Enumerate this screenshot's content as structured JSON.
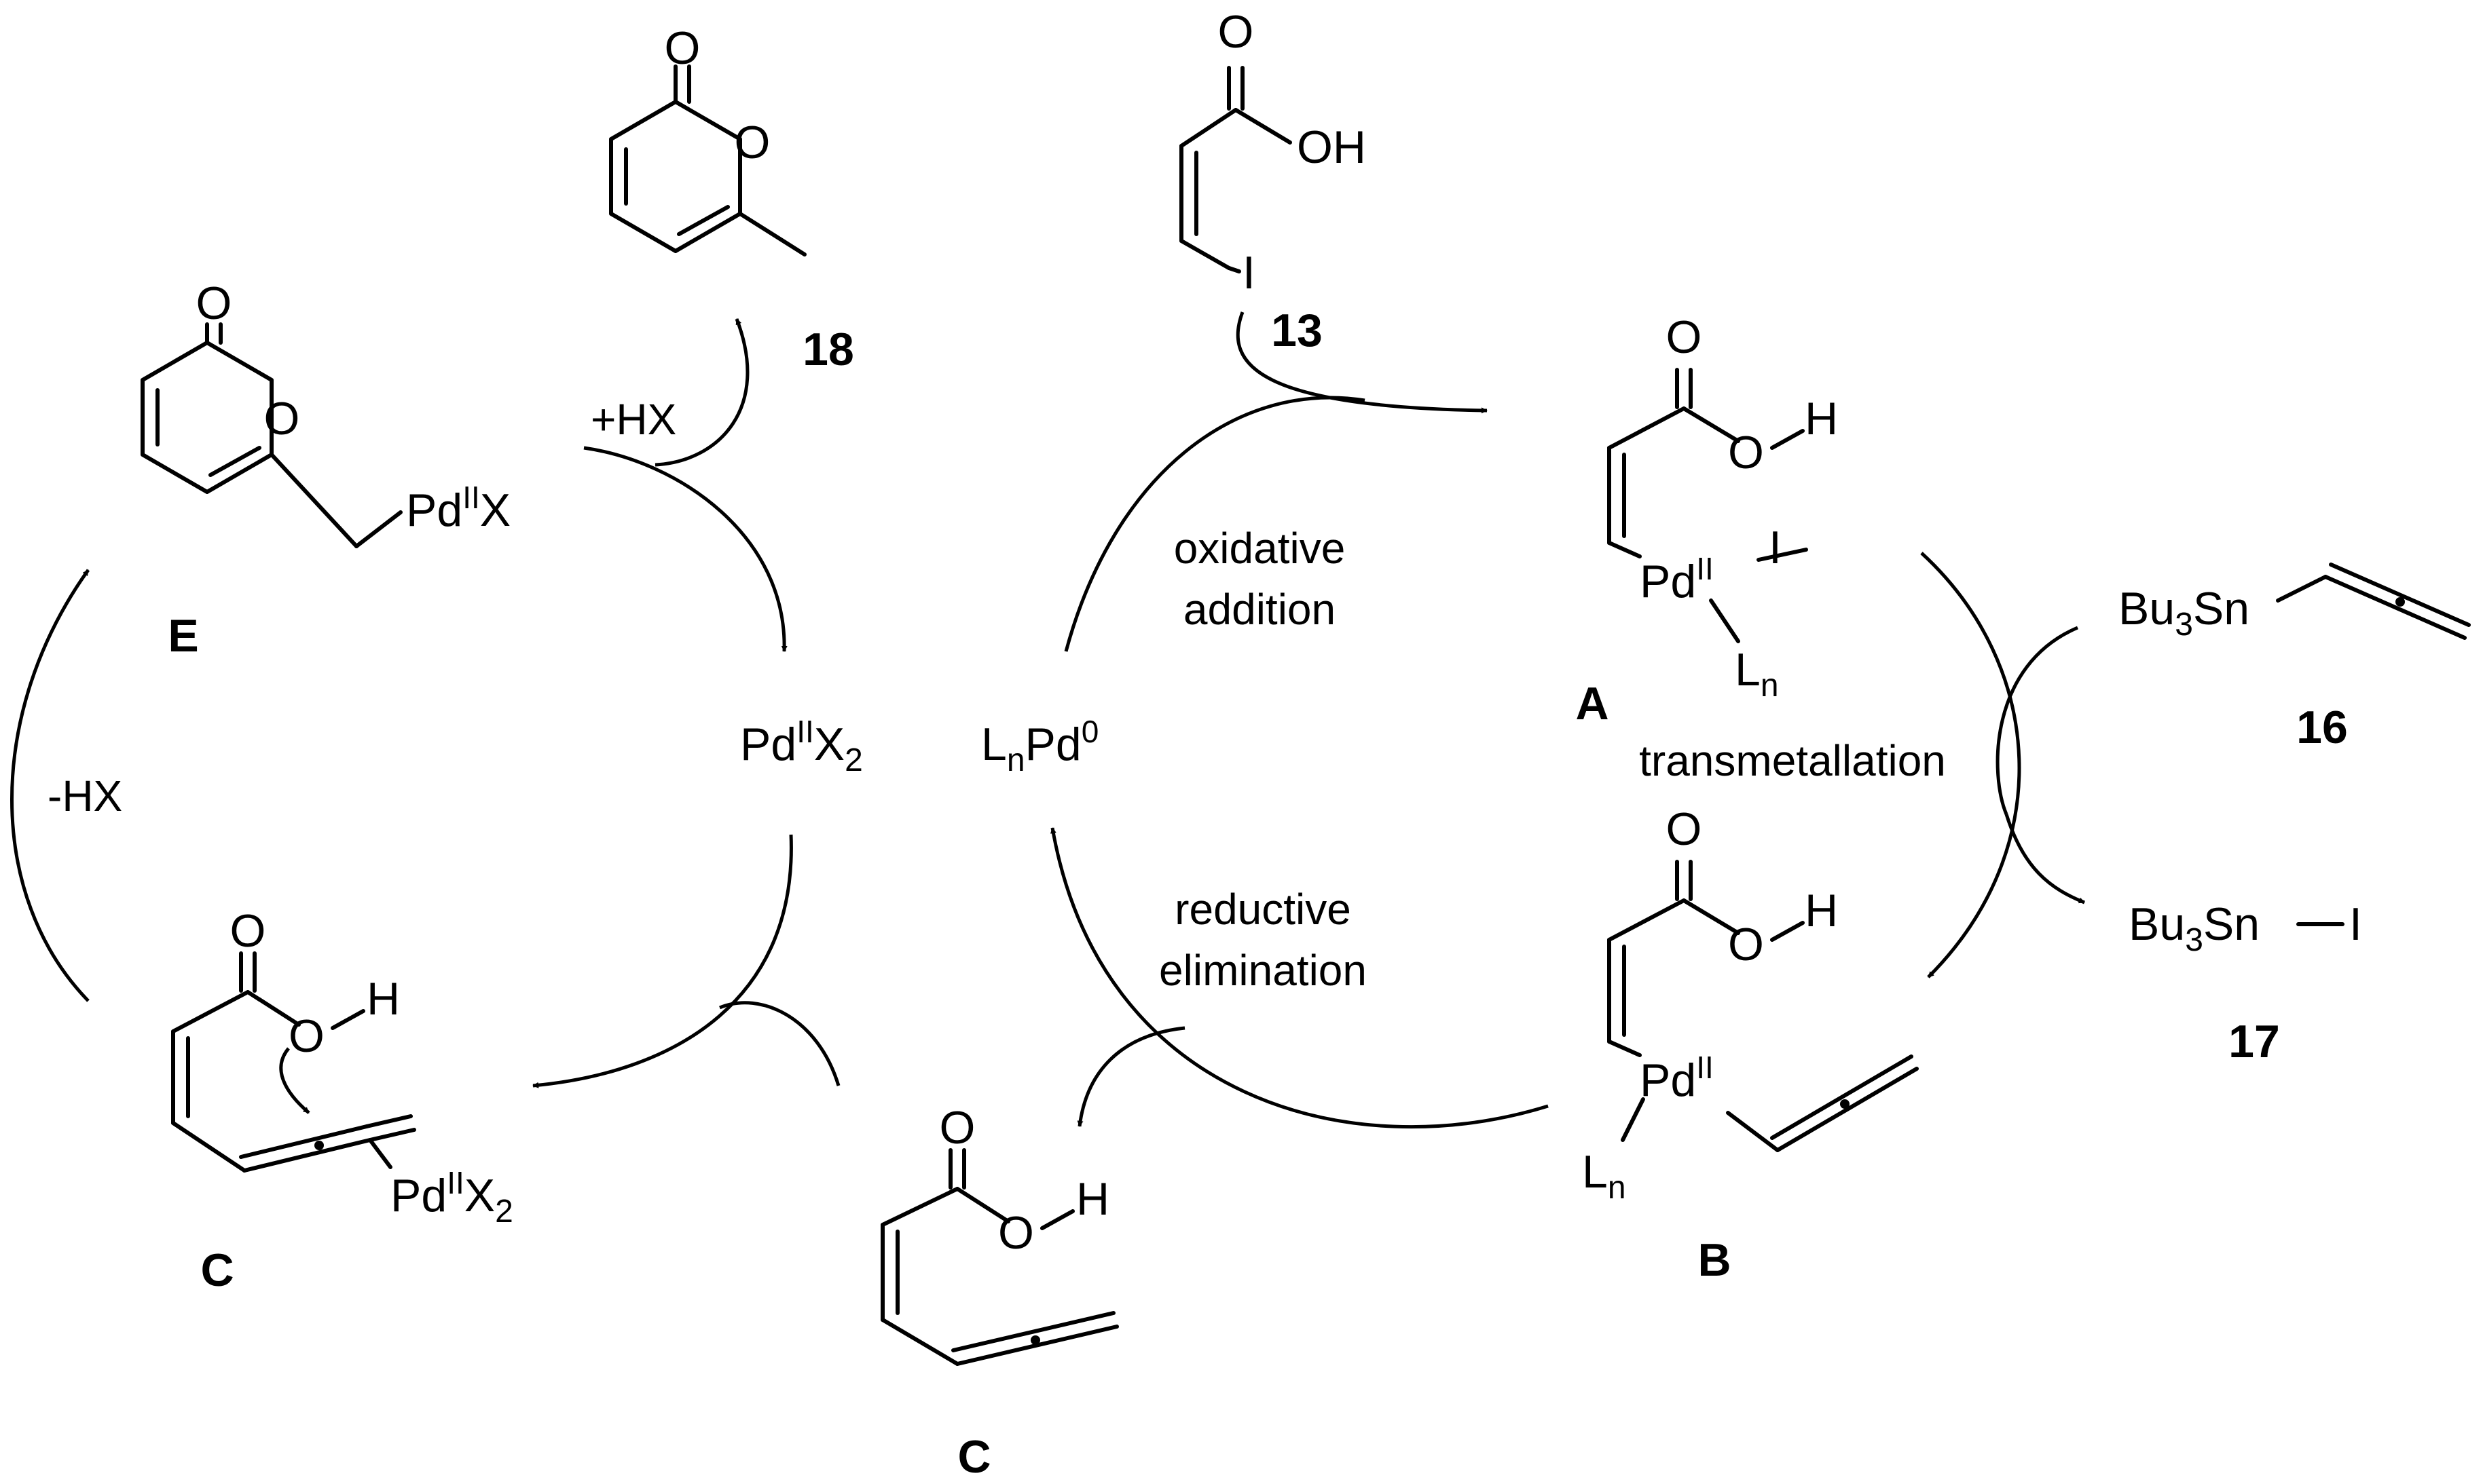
{
  "labels": {
    "pd_x2": {
      "base": "Pd",
      "sup": "II",
      "rest": "X",
      "sub": "2"
    },
    "ln_pd0": {
      "pre": "L",
      "pre_sub": "n",
      "base": "Pd",
      "sup": "0"
    },
    "compound_E_metal": {
      "base": "Pd",
      "sup": "II",
      "rest": "X"
    },
    "compound_C1_metal": {
      "base": "Pd",
      "sup": "II",
      "rest": "X",
      "sub": "2"
    },
    "compound_A_metal": {
      "base": "Pd",
      "sup": "II",
      "ligand": "I",
      "ln": "L",
      "ln_sub": "n"
    },
    "compound_B_metal": {
      "base": "Pd",
      "sup": "II",
      "ln": "L",
      "ln_sub": "n"
    },
    "reagent_16": {
      "pre": "Bu",
      "sub": "3",
      "rest": "Sn"
    },
    "product_17": {
      "pre": "Bu",
      "sub": "3",
      "rest": "Sn",
      "tail": "I"
    },
    "atoms": {
      "oxygen": "O",
      "hydroxyl": "OH",
      "hydrogen": "H",
      "iodine": "I"
    }
  },
  "steps": {
    "oxidative_line1": "oxidative",
    "oxidative_line2": "addition",
    "transmetallation": "transmetallation",
    "reductive_line1": "reductive",
    "reductive_line2": "elimination",
    "plus_hx": "+HX",
    "minus_hx": "-HX"
  },
  "compounds": {
    "c13": "13",
    "c16": "16",
    "c17": "17",
    "c18": "18",
    "cA": "A",
    "cB": "B",
    "cC1": "C",
    "cC2": "C",
    "cE": "E"
  }
}
